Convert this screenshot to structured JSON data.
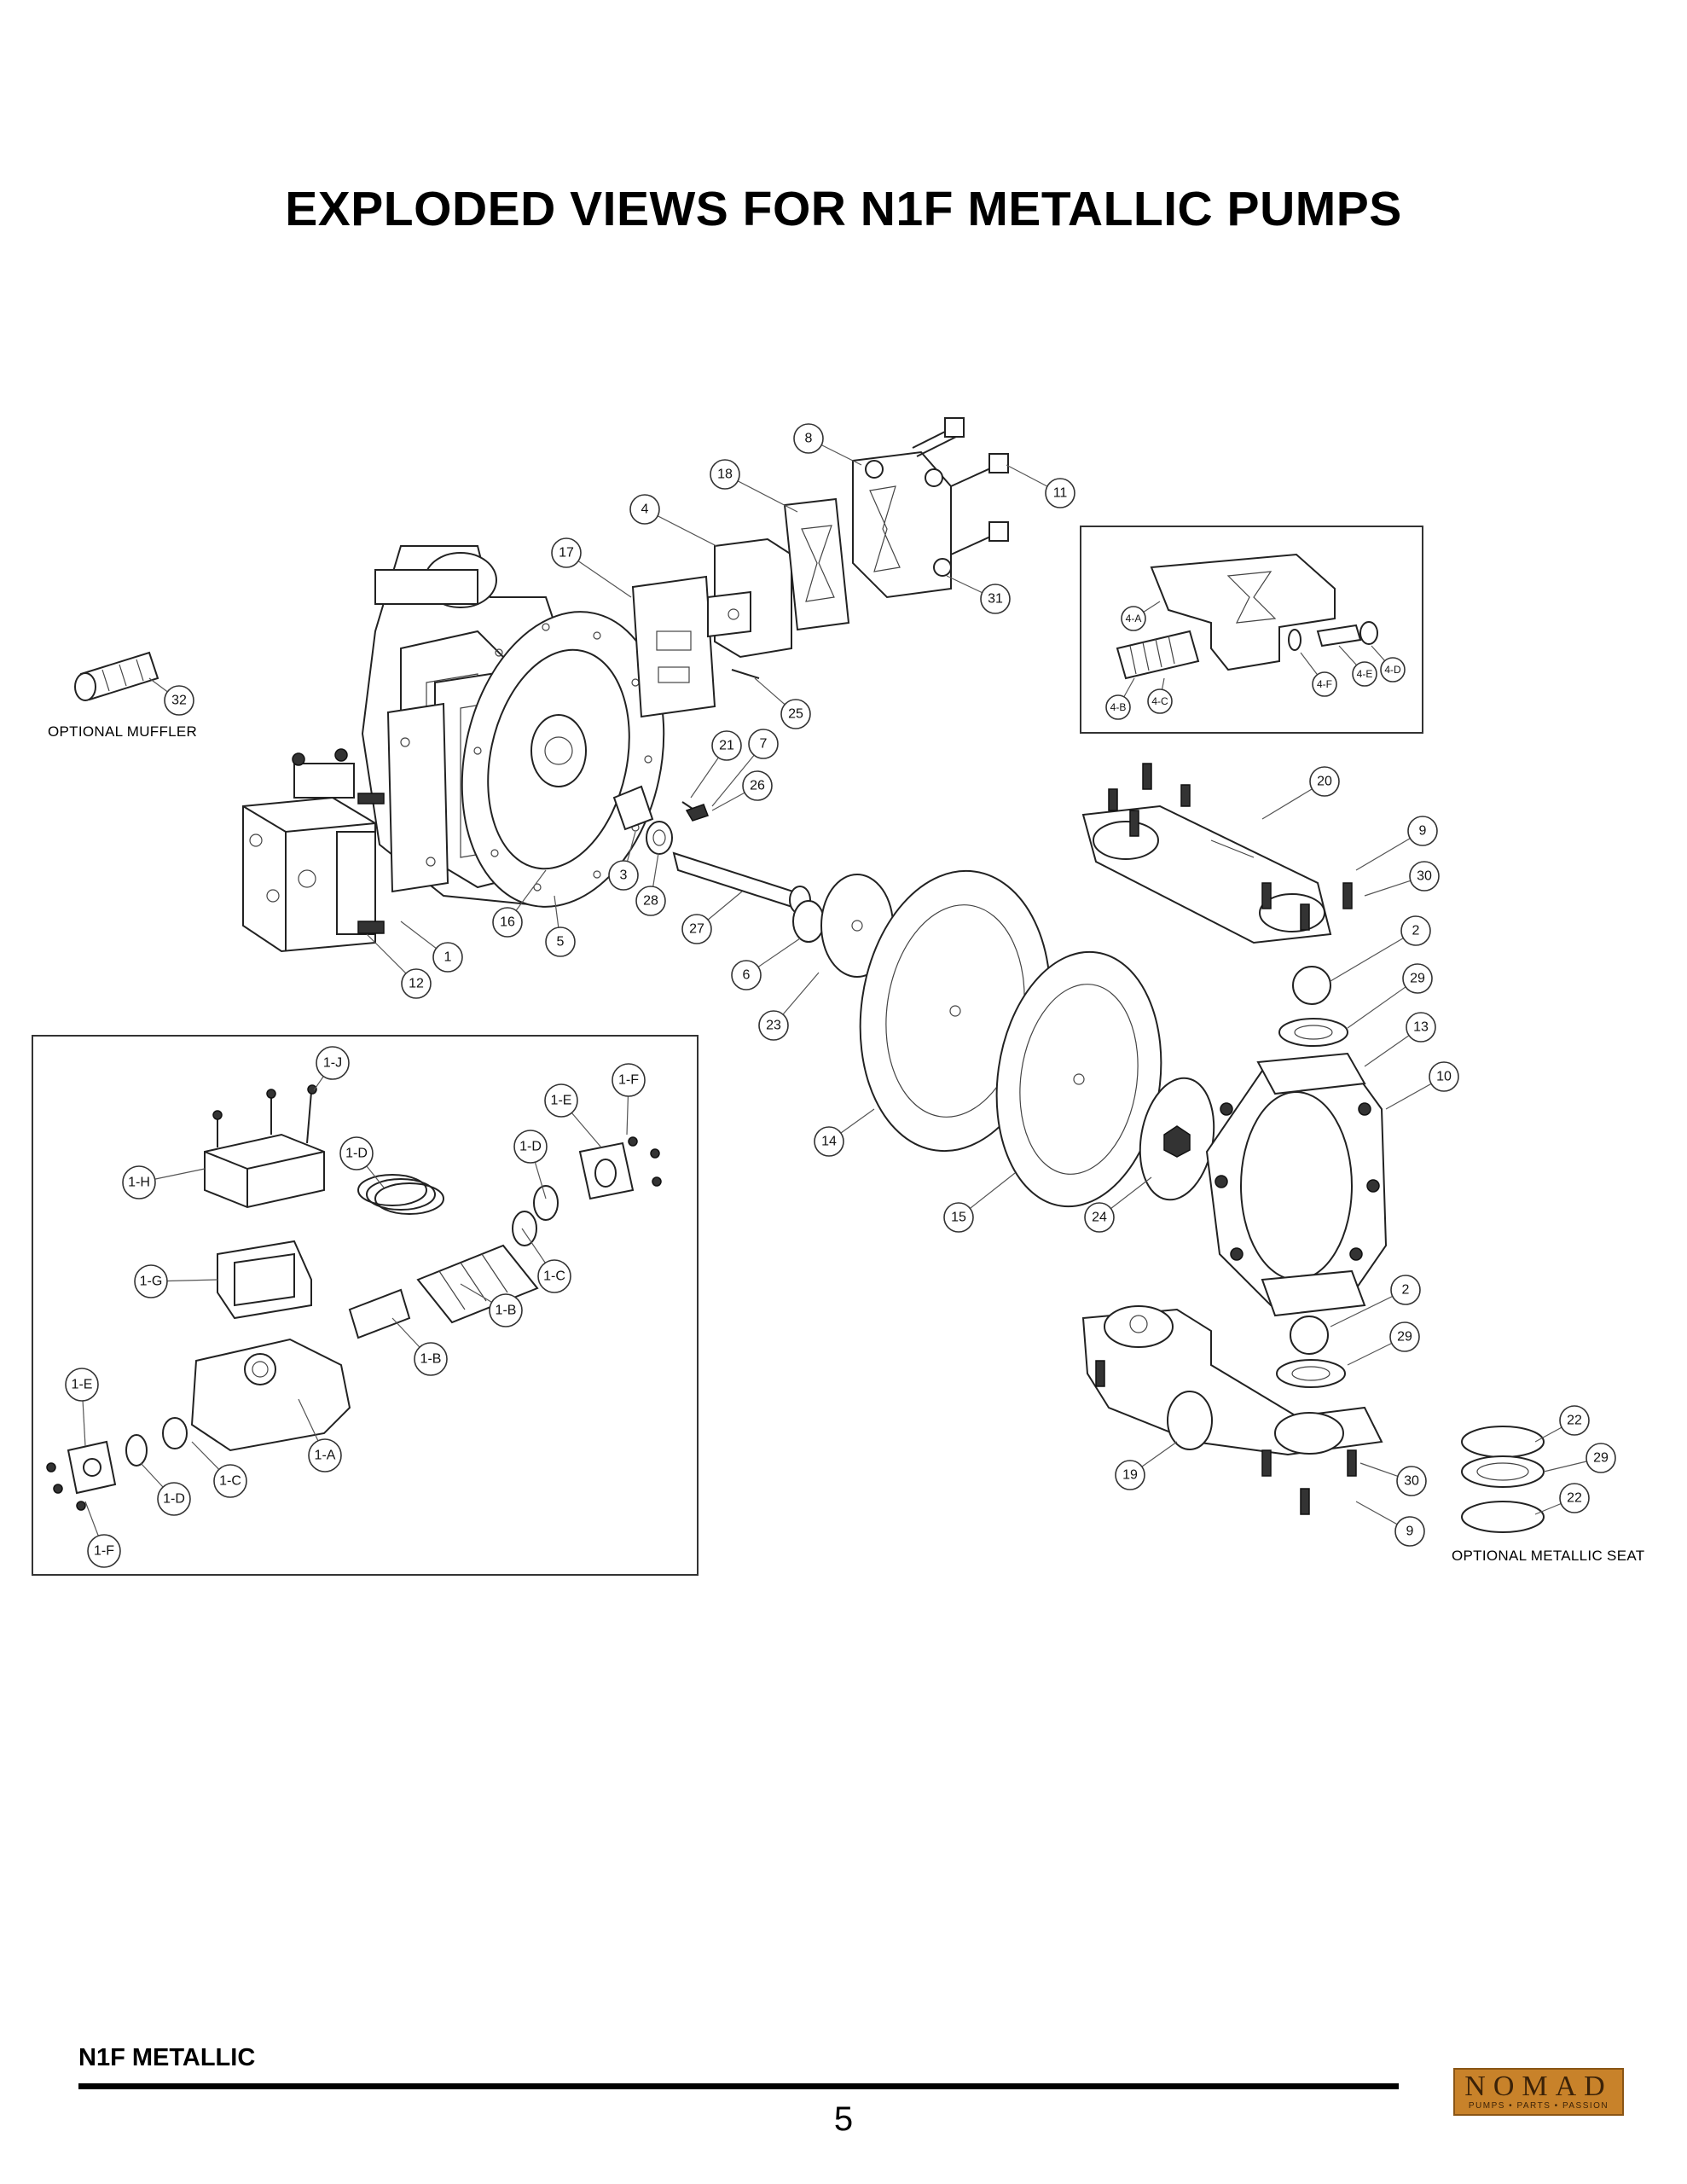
{
  "page": {
    "title": "EXPLODED VIEWS FOR N1F METALLIC PUMPS",
    "footer_label": "N1F METALLIC",
    "page_number": "5"
  },
  "notes": {
    "optional_muffler": "OPTIONAL MUFFLER",
    "optional_metallic_seat": "OPTIONAL METALLIC SEAT"
  },
  "logo": {
    "word": "NOMAD",
    "tagline": "PUMPS • PARTS • PASSION",
    "color": "#c8822a"
  },
  "callouts": [
    {
      "label": "8"
    },
    {
      "label": "18"
    },
    {
      "label": "11"
    },
    {
      "label": "4"
    },
    {
      "label": "17"
    },
    {
      "label": "31"
    },
    {
      "label": "32"
    },
    {
      "label": "25"
    },
    {
      "label": "21"
    },
    {
      "label": "7"
    },
    {
      "label": "26"
    },
    {
      "label": "3"
    },
    {
      "label": "28"
    },
    {
      "label": "16"
    },
    {
      "label": "5"
    },
    {
      "label": "1"
    },
    {
      "label": "12"
    },
    {
      "label": "27"
    },
    {
      "label": "6"
    },
    {
      "label": "23"
    },
    {
      "label": "20"
    },
    {
      "label": "9"
    },
    {
      "label": "30"
    },
    {
      "label": "2"
    },
    {
      "label": "29"
    },
    {
      "label": "13"
    },
    {
      "label": "10"
    },
    {
      "label": "14"
    },
    {
      "label": "15"
    },
    {
      "label": "24"
    },
    {
      "label": "2"
    },
    {
      "label": "29"
    },
    {
      "label": "19"
    },
    {
      "label": "30"
    },
    {
      "label": "9"
    },
    {
      "label": "22"
    },
    {
      "label": "29"
    },
    {
      "label": "22"
    },
    {
      "label": "1-J"
    },
    {
      "label": "1-F"
    },
    {
      "label": "1-E"
    },
    {
      "label": "1-D"
    },
    {
      "label": "1-D"
    },
    {
      "label": "1-H"
    },
    {
      "label": "1-C"
    },
    {
      "label": "1-G"
    },
    {
      "label": "1-B"
    },
    {
      "label": "1-B"
    },
    {
      "label": "1-E"
    },
    {
      "label": "1-A"
    },
    {
      "label": "1-C"
    },
    {
      "label": "1-D"
    },
    {
      "label": "1-F"
    },
    {
      "label": "4-A"
    },
    {
      "label": "4-B"
    },
    {
      "label": "4-C"
    },
    {
      "label": "4-F"
    },
    {
      "label": "4-E"
    },
    {
      "label": "4-D"
    }
  ]
}
